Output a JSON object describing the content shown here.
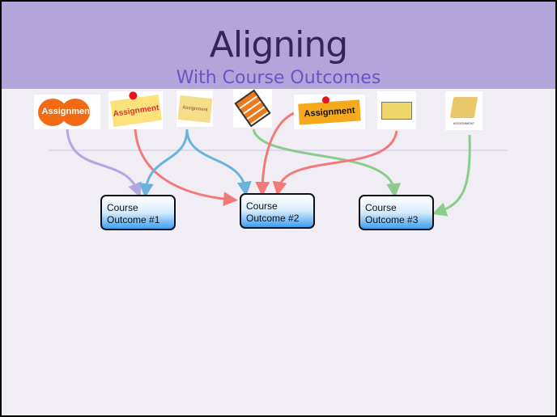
{
  "title": "Aligning",
  "subtitle": "With Course Outcomes",
  "assignments": [
    {
      "label": "Assignment",
      "style": "orange-circles"
    },
    {
      "label": "Assignment",
      "style": "yellow-sticky-note"
    },
    {
      "label": "Assignment",
      "style": "pinned-note"
    },
    {
      "label": "",
      "style": "checklist"
    },
    {
      "label": "Assignment",
      "style": "orange-sticky-note"
    },
    {
      "label": "",
      "style": "weight-box"
    },
    {
      "label": "ASSIGNMENT",
      "style": "folder"
    }
  ],
  "outcomes": [
    {
      "line1": "Course",
      "line2": "Outcome #1"
    },
    {
      "line1": "Course",
      "line2": "Outcome #2"
    },
    {
      "line1": "Course",
      "line2": "Outcome #3"
    }
  ],
  "colors": {
    "header": "#b3a5db",
    "purple": "#b4a6e0",
    "red": "#f27a7a",
    "blue": "#6ab3de",
    "green": "#8ccb8e"
  }
}
